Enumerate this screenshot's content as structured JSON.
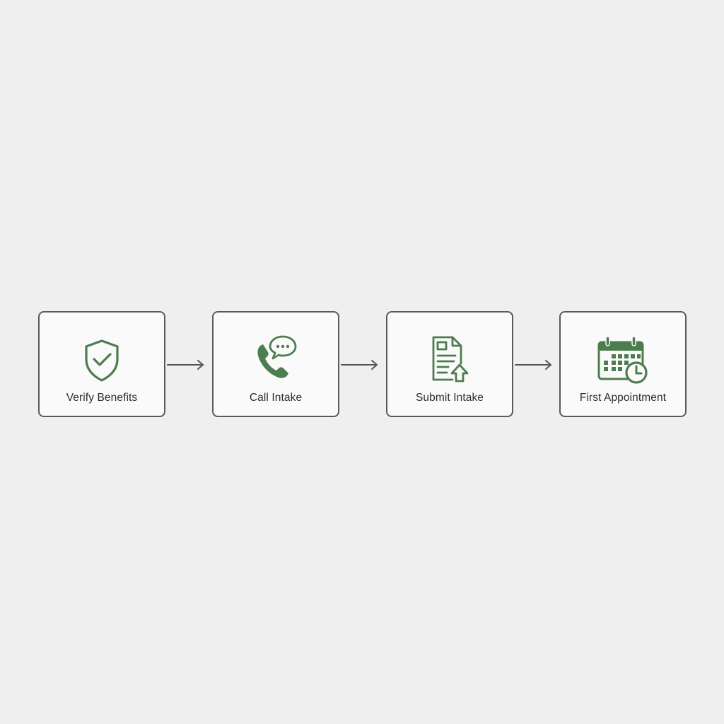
{
  "colors": {
    "background": "#efefef",
    "card_fill": "#fafafa",
    "card_border": "#5a5a5a",
    "icon_accent": "#4d7c4f",
    "arrow": "#555555",
    "label": "#2d2d2d"
  },
  "steps": [
    {
      "label": "Verify Benefits",
      "icon": "shield-check-icon"
    },
    {
      "label": "Call Intake",
      "icon": "phone-chat-icon"
    },
    {
      "label": "Submit Intake",
      "icon": "document-upload-icon"
    },
    {
      "label": "First Appointment",
      "icon": "calendar-clock-icon"
    }
  ]
}
